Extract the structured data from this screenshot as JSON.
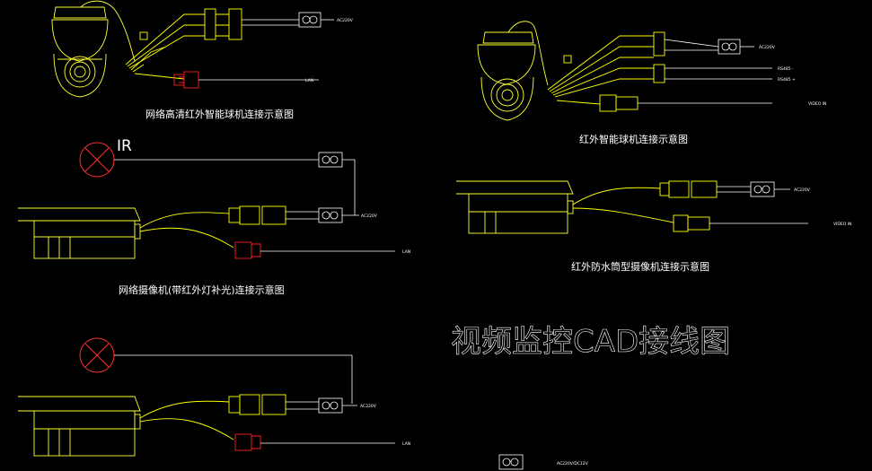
{
  "diagram": {
    "main_title": "视频监控CAD接线图",
    "captions": {
      "top_left": "网络高清红外智能球机连接示意图",
      "top_right": "红外智能球机连接示意图",
      "middle_left": "网络摄像机(带红外灯补光)连接示意图",
      "middle_right": "红外防水筒型摄像机连接示意图"
    },
    "ir_label": "IR",
    "power_label": "AC220V",
    "bottom_power_label": "AC220V/DC12V",
    "video_label": "VIDEO IN",
    "lan_label": "LAN",
    "rs485_plus": "RS485 +",
    "rs485_minus": "RS485 -",
    "colors": {
      "background": "#000000",
      "wire": "#ffff00",
      "device": "#ffff33",
      "lan_connector": "#ff2020",
      "ir_lamp": "#ff3030",
      "line": "#ffffff",
      "caption": "#ffffff"
    }
  }
}
